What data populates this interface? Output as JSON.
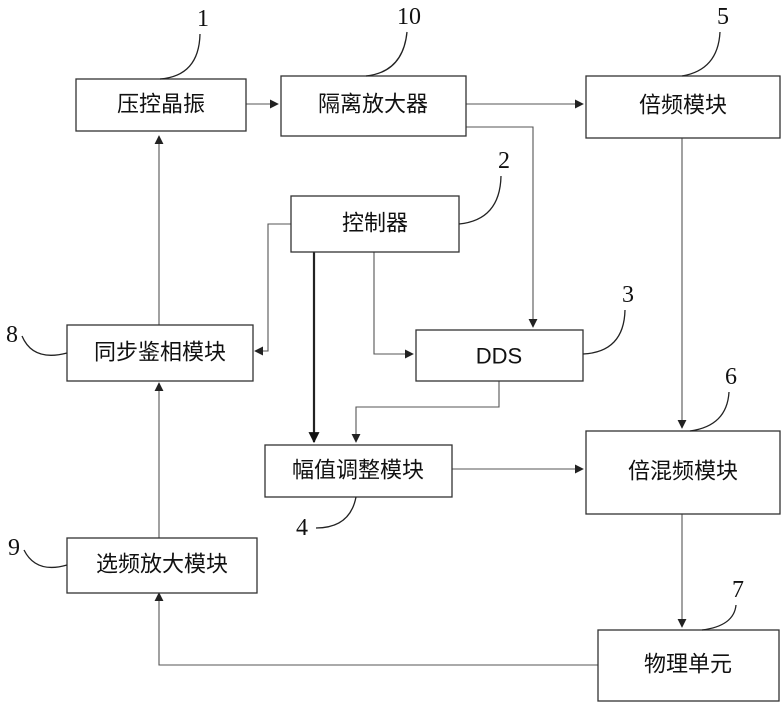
{
  "blocks": {
    "vcxo": {
      "label": "压控晶振",
      "ref": "1"
    },
    "isolation_amp": {
      "label": "隔离放大器",
      "ref": "10"
    },
    "freq_multiplier": {
      "label": "倍频模块",
      "ref": "5"
    },
    "controller": {
      "label": "控制器",
      "ref": "2"
    },
    "dds": {
      "label": "DDS",
      "ref": "3"
    },
    "sync_phase_detector": {
      "label": "同步鉴相模块",
      "ref": "8"
    },
    "amplitude_adjust": {
      "label": "幅值调整模块",
      "ref": "4"
    },
    "mult_mix": {
      "label": "倍混频模块",
      "ref": "6"
    },
    "freq_select_amp": {
      "label": "选频放大模块",
      "ref": "9"
    },
    "physics_unit": {
      "label": "物理单元",
      "ref": "7"
    }
  }
}
